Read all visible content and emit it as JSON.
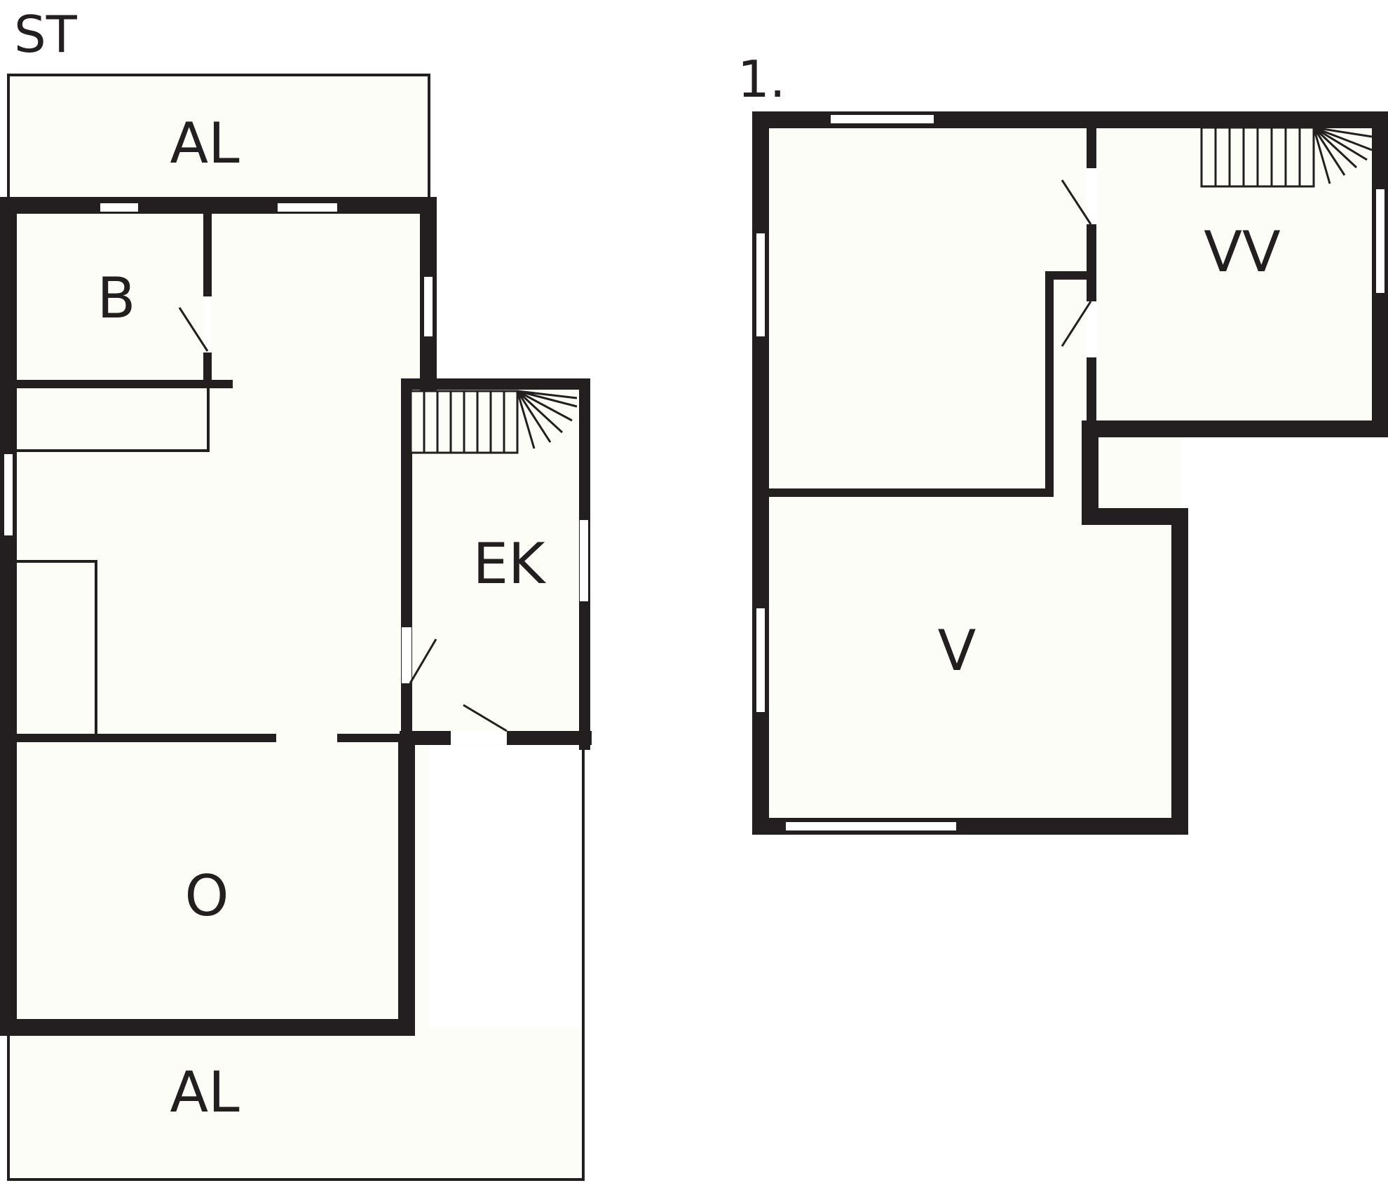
{
  "floors": [
    {
      "label": "ST",
      "rooms": [
        {
          "label": "AL",
          "description": "top balcony"
        },
        {
          "label": "B"
        },
        {
          "label": "EK"
        },
        {
          "label": "O"
        },
        {
          "label": "AL",
          "description": "bottom balcony"
        }
      ]
    },
    {
      "label": "1.",
      "rooms": [
        {
          "label": "VV"
        },
        {
          "label": "V"
        }
      ]
    }
  ],
  "colors": {
    "wall": "#231f20",
    "floor": "#fdfdf7",
    "window": "#ffffff"
  }
}
